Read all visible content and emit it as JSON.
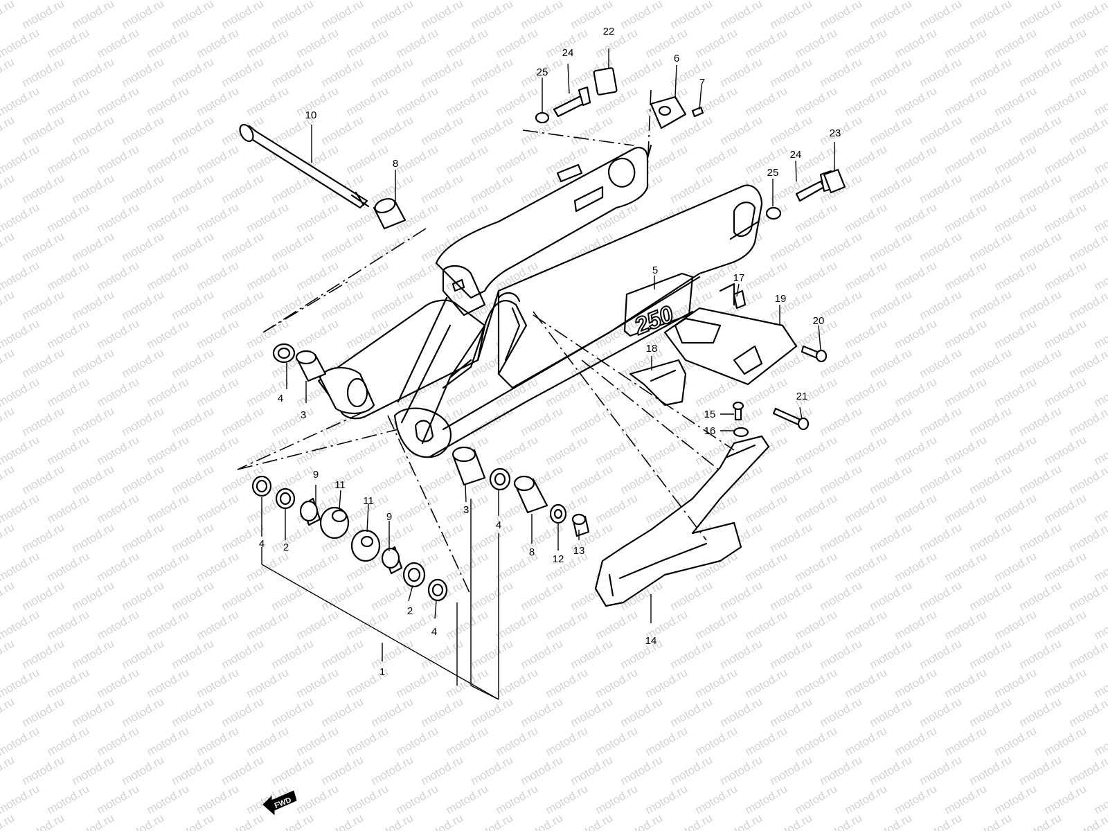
{
  "watermark": "motod.ru",
  "badge_text": "250",
  "fwd_label": "FWD",
  "callouts": [
    {
      "id": "c1",
      "label": "1"
    },
    {
      "id": "c2a",
      "label": "2"
    },
    {
      "id": "c2b",
      "label": "2"
    },
    {
      "id": "c3a",
      "label": "3"
    },
    {
      "id": "c3b",
      "label": "3"
    },
    {
      "id": "c4a",
      "label": "4"
    },
    {
      "id": "c4b",
      "label": "4"
    },
    {
      "id": "c4c",
      "label": "4"
    },
    {
      "id": "c4d",
      "label": "4"
    },
    {
      "id": "c5",
      "label": "5"
    },
    {
      "id": "c6",
      "label": "6"
    },
    {
      "id": "c7",
      "label": "7"
    },
    {
      "id": "c8a",
      "label": "8"
    },
    {
      "id": "c8b",
      "label": "8"
    },
    {
      "id": "c9a",
      "label": "9"
    },
    {
      "id": "c9b",
      "label": "9"
    },
    {
      "id": "c10",
      "label": "10"
    },
    {
      "id": "c11a",
      "label": "11"
    },
    {
      "id": "c11b",
      "label": "11"
    },
    {
      "id": "c12",
      "label": "12"
    },
    {
      "id": "c13",
      "label": "13"
    },
    {
      "id": "c14",
      "label": "14"
    },
    {
      "id": "c15",
      "label": "15"
    },
    {
      "id": "c16",
      "label": "16"
    },
    {
      "id": "c17",
      "label": "17"
    },
    {
      "id": "c18",
      "label": "18"
    },
    {
      "id": "c19",
      "label": "19"
    },
    {
      "id": "c20",
      "label": "20"
    },
    {
      "id": "c21",
      "label": "21"
    },
    {
      "id": "c22",
      "label": "22"
    },
    {
      "id": "c23",
      "label": "23"
    },
    {
      "id": "c24a",
      "label": "24"
    },
    {
      "id": "c24b",
      "label": "24"
    },
    {
      "id": "c25a",
      "label": "25"
    },
    {
      "id": "c25b",
      "label": "25"
    }
  ]
}
